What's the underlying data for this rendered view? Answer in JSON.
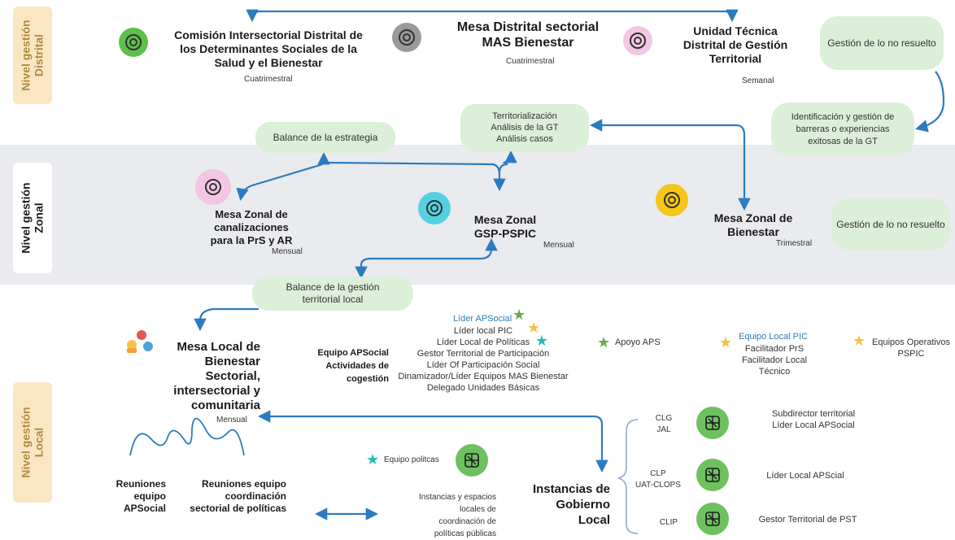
{
  "levels": {
    "distrital": "Nivel gestión\nDistrital",
    "zonal": "Nivel gestión\nZonal",
    "local": "Nivel gestión\nLocal"
  },
  "distrital": {
    "comision_title": "Comisión Intersectorial Distrital de\nlos Determinantes Sociales de la\nSalud y el Bienestar",
    "comision_freq": "Cuatrimestral",
    "mesa_title": "Mesa Distrital sectorial\nMAS Bienestar",
    "mesa_freq": "Cuatrimestral",
    "unidad_title": "Unidad Técnica\nDistrital de Gestión\nTerritorial",
    "unidad_freq": "Semanal",
    "no_resuelto": "Gestión de lo no resuelto",
    "identificacion": "Identificación y gestión de\nbarreras o experiencias\nexitosas de la GT"
  },
  "zonal": {
    "balance_estrategia": "Balance de la estrategia",
    "territorializacion": "Territorialización\nAnálisis de la GT\nAnálisis casos",
    "canalizaciones_title": "Mesa Zonal de\ncanalizaciones\npara la PrS y AR",
    "canalizaciones_freq": "Mensual",
    "gsp_title": "Mesa Zonal\nGSP-PSPIC",
    "gsp_freq": "Mensual",
    "bienestar_title": "Mesa Zonal de\nBienestar",
    "bienestar_freq": "Trimestral",
    "no_resuelto": "Gestión de lo no resuelto"
  },
  "local": {
    "balance_gestion": "Balance de la gestión\nterritorial local",
    "mesa_local_title": "Mesa Local de\nBienestar\nSectorial,\nintersectorial y\ncomunitaria",
    "mesa_local_freq": "Mensual",
    "equipo_apsocial": "Equipo APSocial\nActividades de\ncogestión",
    "lider_apsocial": "Líder APSocial",
    "roles": "Líder local PIC\nLíder Local de Políticas\nGestor Territorial de Participación\nLíder Of Participación Social\nDinamizador/Líder Equipos MAS Bienestar\nDelegado Unidades Básicas",
    "apoyo_aps": "Apoyo APS",
    "equipo_local_pic": "Equipo Local PIC",
    "equipo_local_pic_roles": "Facilitador PrS\nFacilitador Local\nTécnico",
    "equipos_operativos": "Equipos Operativos\nPSPIC",
    "reuniones_apsocial": "Reuniones\nequipo\nAPSocial",
    "reuniones_coordinacion": "Reuniones equipo\ncoordinación\nsectorial de políticas",
    "equipo_politicas": "Equipo politcas",
    "instancias_espacios": "Instancias y espacios\nlocales de\ncoordinación de\npolíticas públicas",
    "instancias_title": "Instancias de\nGobierno\nLocal",
    "clg": "CLG\nJAL",
    "clg_roles": "Subdirector territorial\nLíder Local APSocial",
    "clp": "CLP\nUAT-CLOPS",
    "clp_roles": "Líder Local APScial",
    "clip": "CLIP",
    "clip_roles": "Gestor Territorial de PST"
  },
  "colors": {
    "arrow": "#2b7bc0",
    "pill": "#dcefd9",
    "level_tag": "#fbe6c4",
    "band": "#e9ebee",
    "target_green": "#5dc04a",
    "target_gray": "#9a9a9a",
    "target_pink": "#f3c6e3",
    "target_cyan": "#55d0e0",
    "target_yellow": "#f5c518",
    "star_green": "#6aa84f",
    "star_yellow": "#f6c244",
    "star_teal": "#2bb8b8"
  },
  "icons": {
    "target": "target-icon",
    "network": "network-icon",
    "star": "star-icon",
    "team": "team-illustration"
  }
}
